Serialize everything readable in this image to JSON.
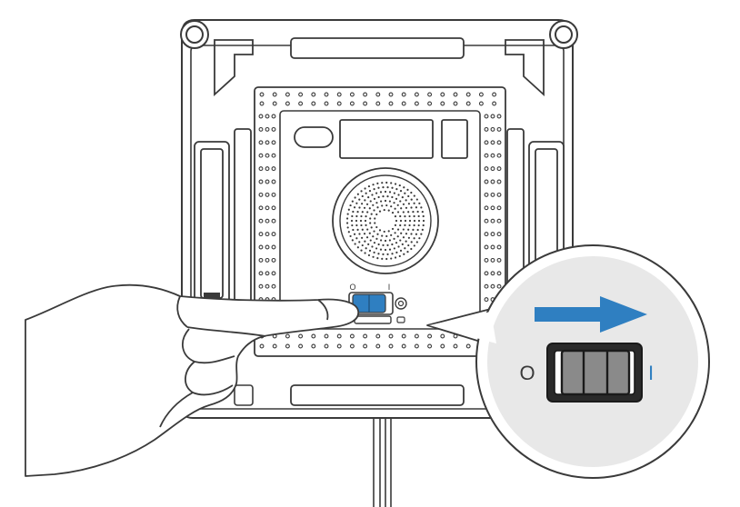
{
  "switch": {
    "off_label": "O",
    "on_label": "I",
    "direction": "right"
  },
  "colors": {
    "accent": "#2f7fc1",
    "outline": "#3a3a3a",
    "zoom_bg": "#e8e8e8",
    "switch_gray": "#8a8a8a"
  },
  "icons": {
    "arrow": "arrow-right-icon",
    "hand": "hand-icon",
    "speaker": "speaker-grille-icon"
  }
}
